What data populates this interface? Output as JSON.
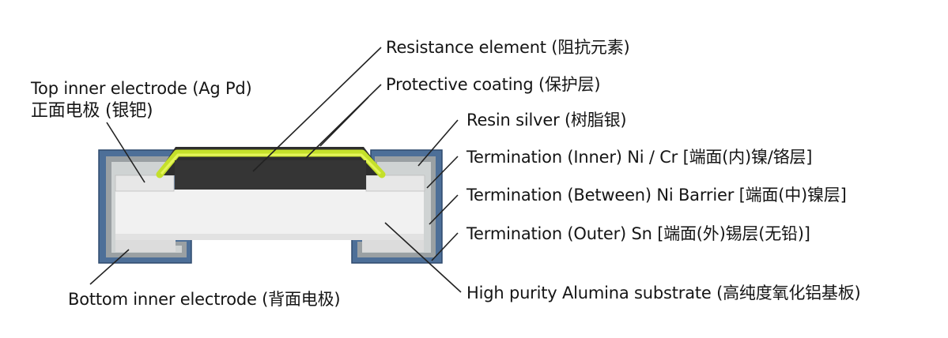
{
  "labels": {
    "resistance_element": "Resistance element (阻抗元素)",
    "protective_coating": "Protective coating (保护层)",
    "resin_silver": "Resin silver (树脂银)",
    "termination_inner": "Termination (Inner) Ni / Cr [端面(内)镍/铬层]",
    "termination_between": "Termination (Between) Ni Barrier [端面(中)镍层]",
    "termination_outer": "Termination (Outer) Sn [端面(外)锡层(无铅)]",
    "alumina_substrate": "High purity Alumina substrate (高纯度氧化铝基板)",
    "top_inner_electrode_en": "Top inner electrode (Ag Pd)",
    "top_inner_electrode_zh": "正面电极 (银钯)",
    "bottom_inner_electrode": "Bottom inner electrode (背面电极)"
  },
  "colors": {
    "outer_termination": "#4d6f98",
    "middle_termination": "#9aa0a3",
    "inner_termination": "#cfd3d3",
    "resistance_element": "#3a3a3a",
    "protective_coating": "#c4e02a",
    "coating_overcoat": "#2e2e2e",
    "substrate": "#f1f1f1",
    "leader_line": "#222222"
  }
}
